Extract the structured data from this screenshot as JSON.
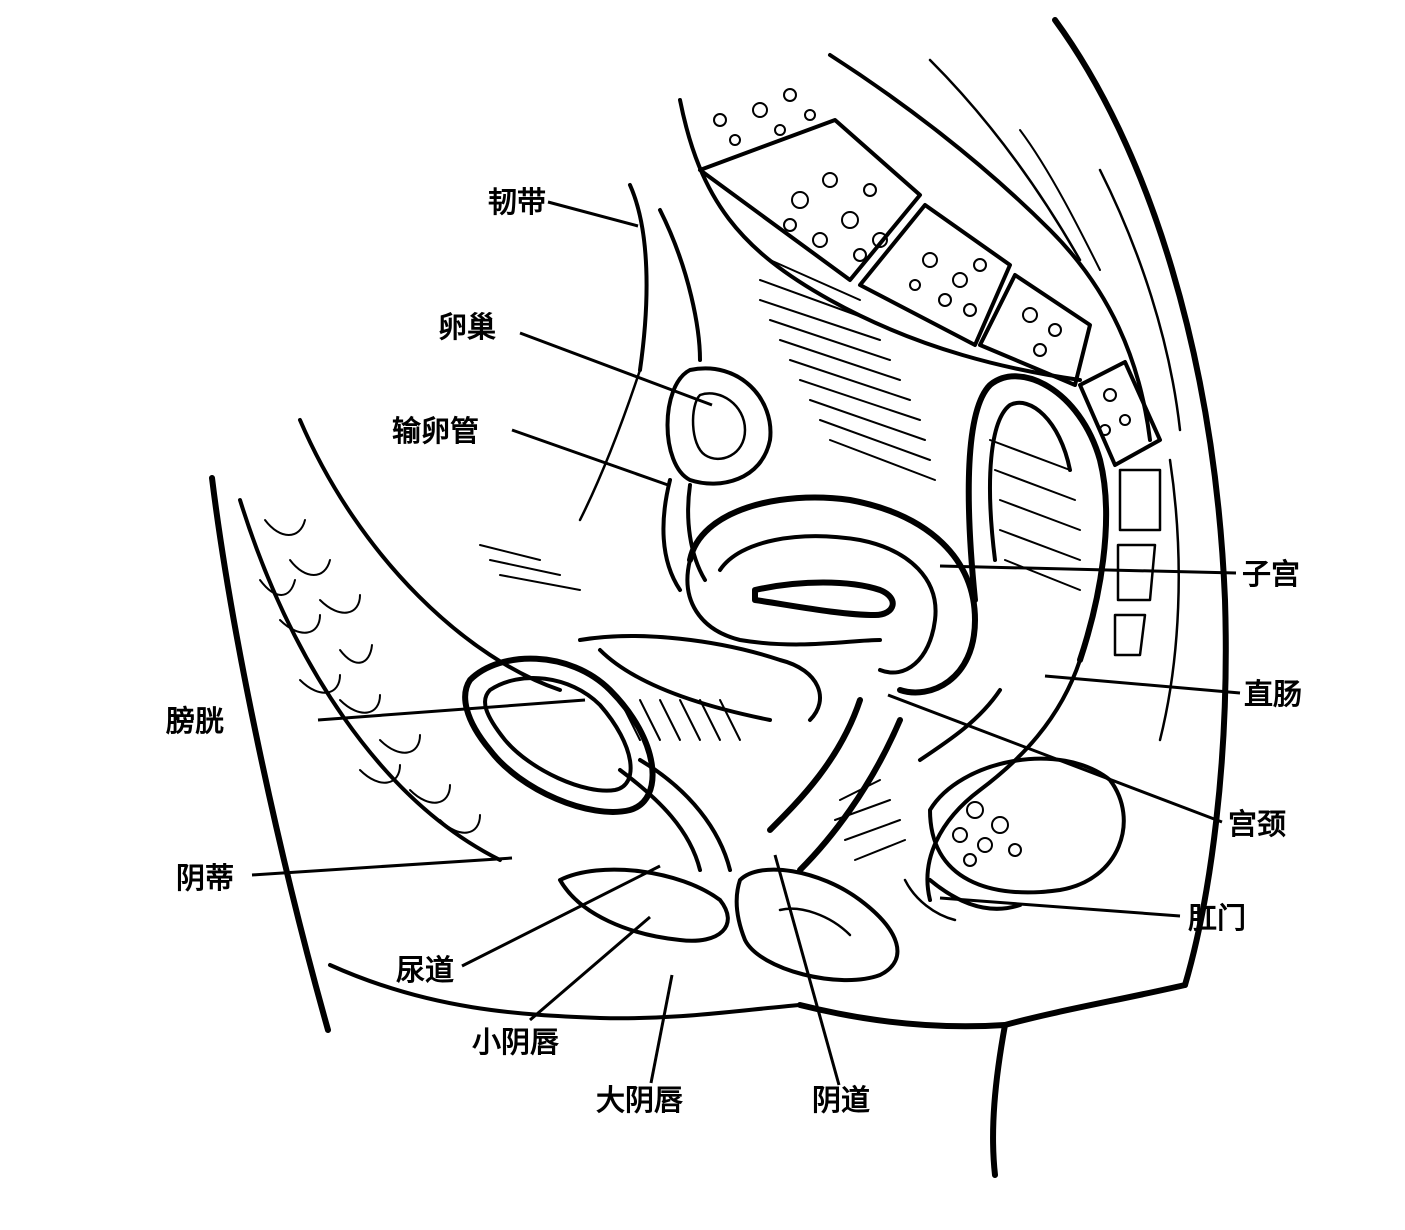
{
  "diagram": {
    "labels": {
      "ligament": "韧带",
      "ovary": "卵巢",
      "fallopian_tube": "输卵管",
      "uterus": "子宫",
      "bladder": "膀胱",
      "rectum": "直肠",
      "cervix": "宫颈",
      "mons_pubis": "阴蒂",
      "anus": "肛门",
      "urethra": "尿道",
      "labia_minora": "小阴唇",
      "labia_majora": "大阴唇",
      "vagina": "阴道"
    }
  }
}
